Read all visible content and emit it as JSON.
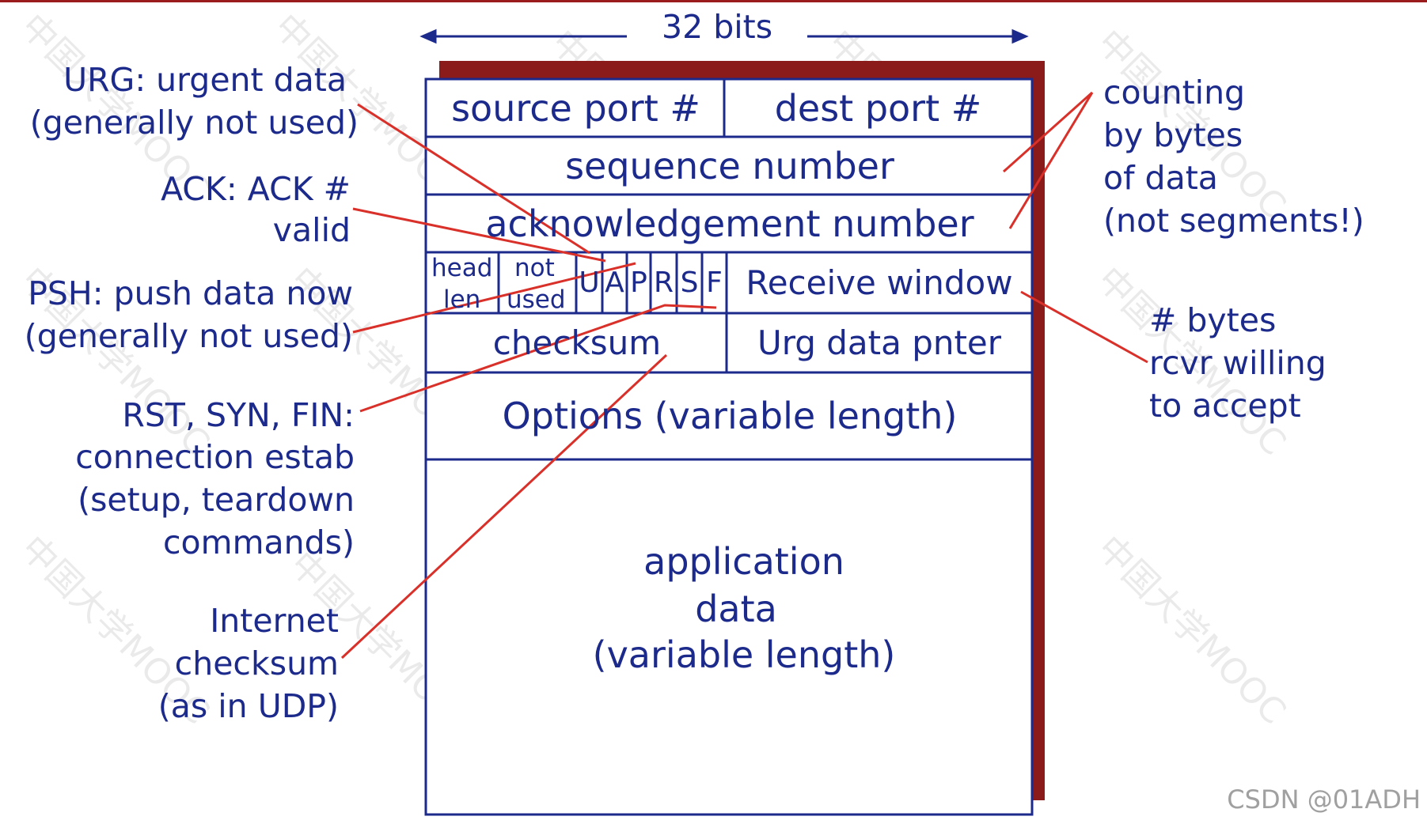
{
  "diagram": {
    "width_label": "32 bits",
    "fields": {
      "source_port": "source port #",
      "dest_port": "dest port #",
      "sequence": "sequence number",
      "ack": "acknowledgement number",
      "head_len_1": "head",
      "head_len_2": "len",
      "not_used_1": "not",
      "not_used_2": "used",
      "flags": [
        "U",
        "A",
        "P",
        "R",
        "S",
        "F"
      ],
      "receive_window": "Receive window",
      "checksum": "checksum",
      "urg_pointer": "Urg data pnter",
      "options": "Options (variable length)",
      "app_data_1": "application",
      "app_data_2": "data",
      "app_data_3": "(variable length)"
    },
    "annotations": {
      "urg_1": "URG: urgent data",
      "urg_2": "(generally not used)",
      "ack_1": "ACK: ACK #",
      "ack_2": "valid",
      "psh_1": "PSH: push data now",
      "psh_2": "(generally not used)",
      "rst_1": "RST, SYN, FIN:",
      "rst_2": "connection estab",
      "rst_3": "(setup, teardown",
      "rst_4": "commands)",
      "chk_1": "Internet",
      "chk_2": "checksum",
      "chk_3": "(as in UDP)",
      "count_1": "counting",
      "count_2": "by bytes",
      "count_3": "of data",
      "count_4": "(not segments!)",
      "rcv_1": "# bytes",
      "rcv_2": "rcvr willing",
      "rcv_3": "to accept"
    },
    "watermark": "中国大学MOOC",
    "credit": "CSDN @01ADH",
    "colors": {
      "text": "#1c2a8c",
      "border": "#1c2a8c",
      "shadow": "#8b1a1a",
      "leader_lines": "#d9302a"
    }
  }
}
